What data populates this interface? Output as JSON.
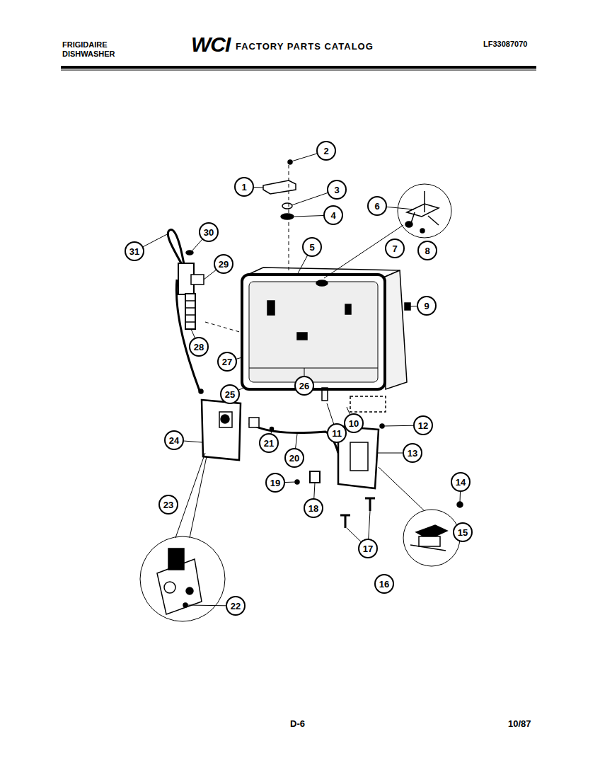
{
  "diagram": {
    "labels": [
      "FRIGIDAIRE DISHWASHER",
      "WCI",
      "FACTORY PARTS CATALOG",
      "LF33087070",
      "1",
      "2",
      "3",
      "4",
      "5",
      "6",
      "7",
      "8",
      "9",
      "10",
      "11",
      "12",
      "13",
      "14",
      "15",
      "16",
      "17",
      "18",
      "19",
      "20",
      "21",
      "22",
      "23",
      "24",
      "25",
      "26",
      "27",
      "28",
      "29",
      "30",
      "31",
      "D-6",
      "10/87"
    ]
  }
}
